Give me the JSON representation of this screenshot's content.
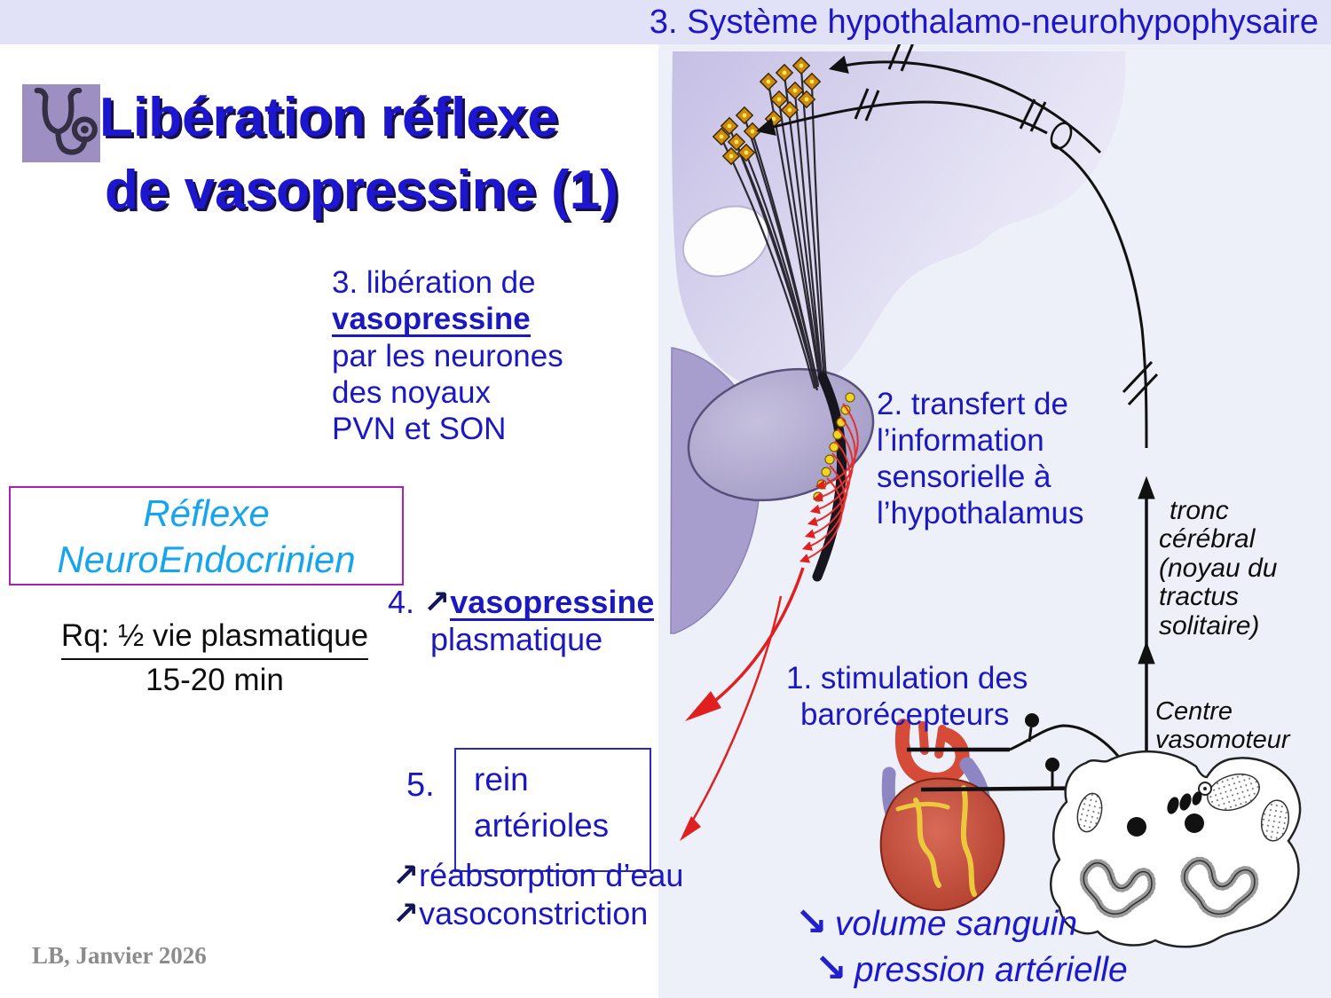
{
  "banner": {
    "text": "3. Système hypothalamo-neurohypophysaire"
  },
  "title": {
    "line1": "Libération réflexe",
    "line2": "de vasopressine (1)"
  },
  "step3": {
    "line1": "3. libération de",
    "emph": "vasopressine",
    "line3": "par les neurones",
    "line4": "des noyaux",
    "line5": "PVN et SON"
  },
  "reflex_box": {
    "line1": "Réflexe",
    "line2": "NeuroEndocrinien"
  },
  "note": {
    "title": "Rq: ½ vie plasmatique",
    "value": "15-20 min"
  },
  "step4": {
    "num": "4.",
    "arrow": "↗",
    "emph": "vasopressine",
    "line2": "plasmatique"
  },
  "step2": {
    "line1": "2. transfert de",
    "line2": "l’information",
    "line3": "sensorielle à",
    "line4": "l’hypothalamus"
  },
  "tronc_label": {
    "line1": "tronc",
    "line2": "cérébral",
    "line3": "(noyau du",
    "line4": "tractus",
    "line5": "solitaire)"
  },
  "step1": {
    "line1": "1. stimulation des",
    "line2": "barorécepteurs"
  },
  "centre_label": {
    "line1": "Centre",
    "line2": "vasomoteur"
  },
  "step5": {
    "num": "5.",
    "line1": "rein",
    "line2": "artérioles"
  },
  "effects": {
    "arrow": "↗",
    "item1": "réabsorption d’eau",
    "item2": "vasoconstriction"
  },
  "outcomes": {
    "arrow": "↘",
    "item1": "volume sanguin",
    "item2": "pression artérielle"
  },
  "footer": {
    "credit": "LB, Janvier 2026"
  },
  "icons": {
    "stethoscope": "stethoscope-icon"
  },
  "colors": {
    "banner_bg": "#e1e1f7",
    "text_blue": "#1b18c0",
    "title_blue": "#1d16cf",
    "cyan": "#16a4ec",
    "magenta_border": "#aa1fb4",
    "box_blue_border": "#2a28c0",
    "release_red": "#e02020",
    "hypothalamus_lavender": "#c9c3e7",
    "pituitary_gray": "#aaa3c8",
    "neuron_yellow": "#f2d522",
    "footer_gray": "#8c8c8c"
  }
}
